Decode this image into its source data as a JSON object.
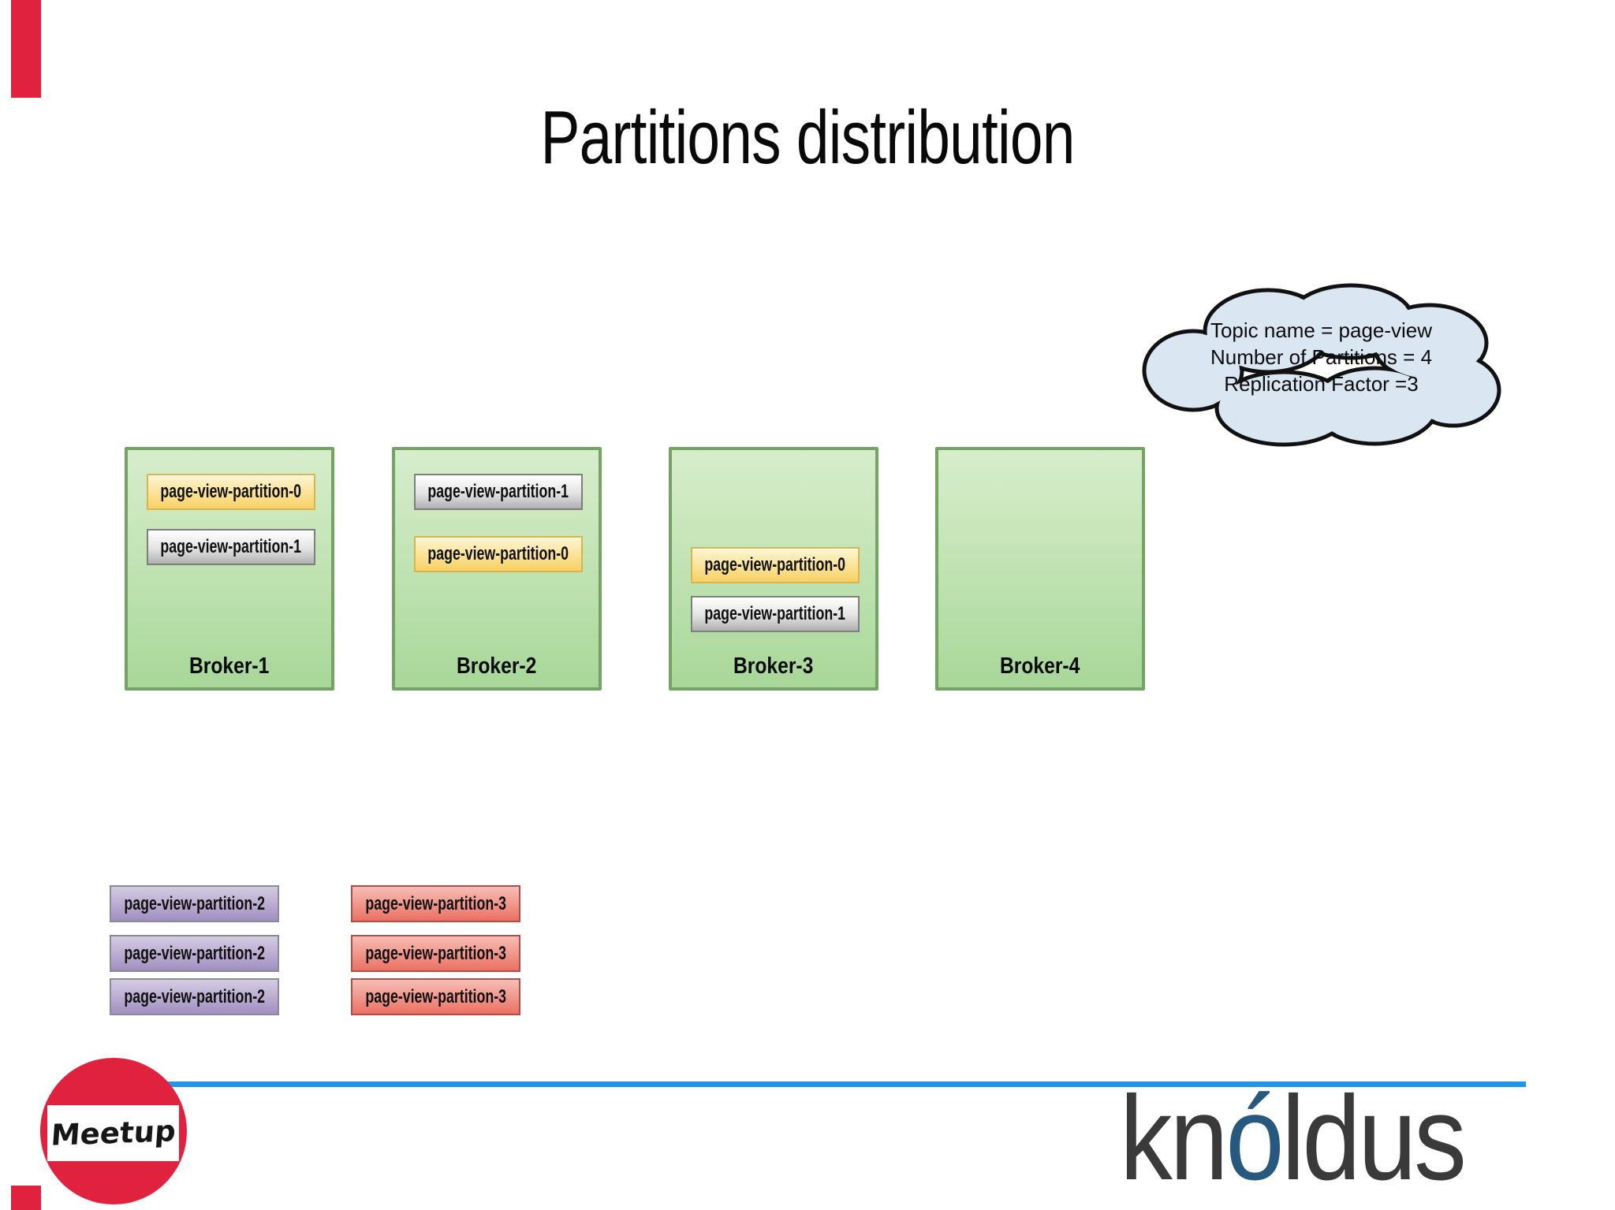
{
  "slide": {
    "title": "Partitions distribution"
  },
  "cloud": {
    "lines": [
      "Topic name = page-view",
      "Number of Partitions = 4",
      "Replication Factor =3"
    ]
  },
  "brokers": [
    {
      "name": "Broker-1",
      "partitions": [
        {
          "label": "page-view-partition-0",
          "color": "yellow"
        },
        {
          "label": "page-view-partition-1",
          "color": "gray"
        }
      ]
    },
    {
      "name": "Broker-2",
      "partitions": [
        {
          "label": "page-view-partition-1",
          "color": "gray"
        },
        {
          "label": "page-view-partition-0",
          "color": "yellow"
        }
      ]
    },
    {
      "name": "Broker-3",
      "partitions": [
        {
          "label": "page-view-partition-0",
          "color": "yellow"
        },
        {
          "label": "page-view-partition-1",
          "color": "gray"
        }
      ]
    },
    {
      "name": "Broker-4",
      "partitions": []
    }
  ],
  "replica_stacks": [
    {
      "color": "purple",
      "items": [
        "page-view-partition-2",
        "page-view-partition-2",
        "page-view-partition-2"
      ]
    },
    {
      "color": "salmon",
      "items": [
        "page-view-partition-3",
        "page-view-partition-3",
        "page-view-partition-3"
      ]
    }
  ],
  "footer": {
    "meetup_label": "Meetup",
    "brand_prefix": "kn",
    "brand_accent": "ó",
    "brand_suffix": "ldus"
  },
  "colors": {
    "accent_red": "#e0223f",
    "line_blue": "#2196e8",
    "broker_green_border": "#74a464",
    "broker_green_fill": "#bfe2b1",
    "chip_yellow": "#f8d166",
    "chip_gray": "#b0b0b0",
    "chip_purple": "#a08fc1",
    "chip_salmon": "#eb6f63",
    "cloud_fill": "#dbe6f3",
    "brand_gray": "#3a3a3a",
    "brand_blue": "#27597f"
  }
}
